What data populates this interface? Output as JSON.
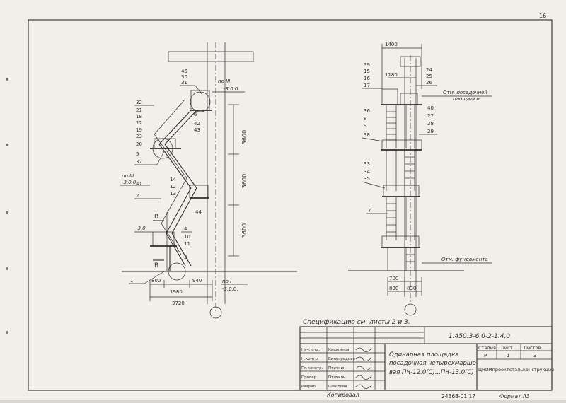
{
  "sheet_number": "16",
  "left_drawing": {
    "callouts_upper": [
      "45",
      "30",
      "31"
    ],
    "callouts_left_upper": [
      "32",
      "21",
      "18",
      "22",
      "19",
      "23",
      "20",
      "5",
      "37"
    ],
    "callouts_left_lower": [
      "41",
      "2"
    ],
    "callouts_mid": [
      "14",
      "12",
      "13"
    ],
    "callouts_right": [
      "6",
      "42",
      "43",
      "44"
    ],
    "callouts_lower": [
      "4",
      "10",
      "11",
      "3"
    ],
    "callout_1": "1",
    "mark_top": "III",
    "mark_top_level": "-3.0.0.",
    "mark_mid": "III",
    "mark_mid_level": "-3.0.0",
    "mark_left_level": "-3.0.",
    "mark_bottom": "I",
    "mark_bottom_level": "-3.0.0.",
    "section_mark": "B",
    "dims_vertical": [
      "3600",
      "3600",
      "3600"
    ],
    "dims_bottom": [
      "800",
      "1980",
      "940"
    ],
    "dim_total": "3720"
  },
  "right_drawing": {
    "dim_top": "1400",
    "dim_inner": "1180",
    "callouts_left_top": [
      "39",
      "15",
      "16",
      "17"
    ],
    "callouts_right_top": [
      "24",
      "25",
      "26"
    ],
    "callouts_left_mid": [
      "36",
      "8",
      "9",
      "38"
    ],
    "callouts_right_mid": [
      "40",
      "27",
      "28",
      "29"
    ],
    "callouts_left_low": [
      "33",
      "34",
      "35"
    ],
    "callout_7": "7",
    "note_top_line1": "Отм. посадочной",
    "note_top_line2": "площадки",
    "note_bottom": "Отм. фундамента",
    "dim_700": "700",
    "dims_bottom": [
      "830",
      "830"
    ]
  },
  "spec_note": "Спецификацию  см.  листы  2  и 3.",
  "title_block": {
    "doc_code": "1.450.3-6.0-2-1.4.0",
    "title_line1": "Одинарная   площадка",
    "title_line2": "посадочная четырехмарше-",
    "title_line3": "вая  ПЧ-12.0(С)...ПЧ-13.0(С)",
    "headers": {
      "stage": "Стадия",
      "sheet": "Лист",
      "sheets": "Листов"
    },
    "values": {
      "stage": "Р",
      "sheet": "1",
      "sheets": "3"
    },
    "org": "ЦНИИпроектстальконструкция",
    "signers": [
      {
        "role": "Нач. отд.",
        "name": "Кашкинов"
      },
      {
        "role": "Н.контр.",
        "name": "Виноградова"
      },
      {
        "role": "Гл.констр.",
        "name": "Птичкин"
      },
      {
        "role": "Провер.",
        "name": "Птичкин"
      },
      {
        "role": "Разраб.",
        "name": "Шмотова"
      }
    ],
    "copied_by": "Копировал",
    "bottom_code": "24368-01  17",
    "format": "Формат  А3"
  }
}
